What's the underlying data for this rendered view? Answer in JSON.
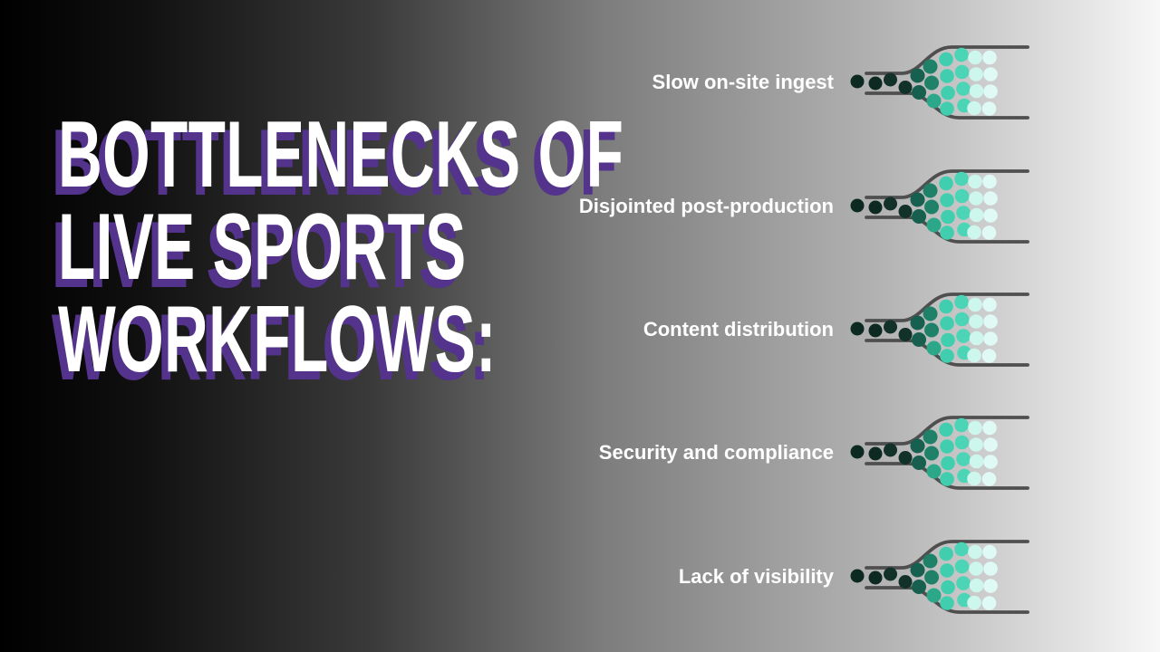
{
  "title": {
    "lines": [
      "BOTTLENECKS OF",
      "LIVE SPORTS",
      "WORKFLOWS:"
    ],
    "text_color": "#ffffff",
    "shadow_color": "#53338c"
  },
  "items": [
    {
      "label": "Slow on-site ingest"
    },
    {
      "label": "Disjointed post-production"
    },
    {
      "label": "Content distribution"
    },
    {
      "label": "Security and compliance"
    },
    {
      "label": "Lack of visibility"
    }
  ],
  "icon": {
    "name": "funnel-bottleneck",
    "outline_color": "#4f4f4f",
    "dot_palette": [
      "#0d2a22",
      "#123129",
      "#17604f",
      "#1e8168",
      "#2ba88a",
      "#41ceaf",
      "#4bd4b5",
      "#cdf6ec",
      "#dff9f4"
    ]
  },
  "labels_style": {
    "color": "#ffffff"
  },
  "background": {
    "gradient_from": "#000000",
    "gradient_mid": "#7d7d7d",
    "gradient_to": "#f7f7f7"
  }
}
